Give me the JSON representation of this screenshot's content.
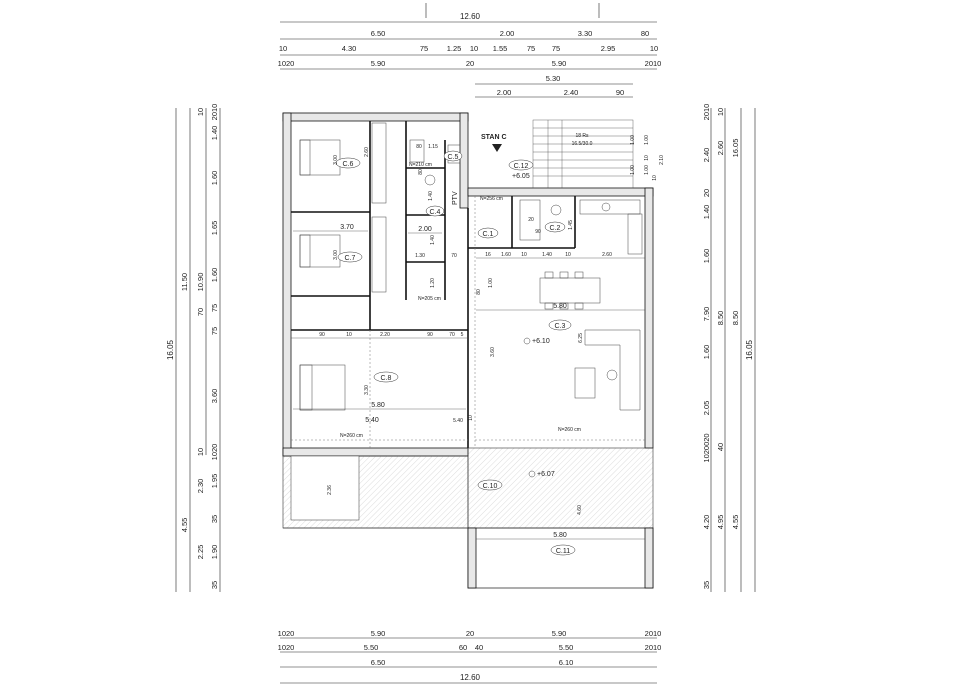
{
  "top_dims": {
    "row1": [
      "12.60"
    ],
    "row2": [
      "6.50",
      "2.00",
      "3.30",
      "80"
    ],
    "row3": [
      "10",
      "4.30",
      "75",
      "1.25",
      "10",
      "1.55",
      "75",
      "75",
      "2.95",
      "10"
    ],
    "row4": [
      "1020",
      "5.90",
      "20",
      "5.90",
      "2010"
    ],
    "row5": [
      "5.30"
    ],
    "row6": [
      "2.00",
      "2.40",
      "90"
    ]
  },
  "bottom_dims": {
    "row1": [
      "1020",
      "5.90",
      "20",
      "5.90",
      "2010"
    ],
    "row2": [
      "1020",
      "5.50",
      "60",
      "40",
      "5.50",
      "2010"
    ],
    "row3": [
      "6.50",
      "6.10"
    ],
    "row4": [
      "12.60"
    ]
  },
  "left_dims": {
    "outer": [
      "16.05"
    ],
    "col2": [
      "11.50",
      "4.55"
    ],
    "col3": [
      "10.90"
    ],
    "col4": [
      "1.40",
      "1.60",
      "1.65",
      "1.60",
      "75",
      "70",
      "75",
      "3.60",
      "10",
      "1020",
      "2.30",
      "1.95",
      "35",
      "2.25",
      "1.90",
      "35"
    ],
    "col4_top": [
      "10",
      "2010"
    ]
  },
  "right_dims": {
    "col1": [
      "2010",
      "2.40",
      "20",
      "1.40",
      "1.60",
      "7.90",
      "1.60",
      "2.05",
      "1020020",
      "4.20",
      "35"
    ],
    "col2": [
      "10",
      "2.60",
      "8.50",
      "40",
      "4.95"
    ],
    "col3": [
      "16.05"
    ],
    "col4": [
      "4.55"
    ],
    "stair_side": [
      "1.00",
      "2.10",
      "10",
      "1.00",
      "10"
    ]
  },
  "rooms": {
    "c6": "C.6",
    "c7": "C.7",
    "c8": "C.8",
    "c5": "C.5",
    "c4": "C.4",
    "c1": "C.1",
    "c2": "C.2",
    "c3": "C.3",
    "c10": "C.10",
    "c11": "C.11",
    "c12": "C.12"
  },
  "labels": {
    "stan": "STAN C",
    "stairs_1": "18 Rs",
    "stairs_2": "16.5/30.0",
    "level_1": "+6.05",
    "level_2": "+6.10",
    "level_3": "+6.07",
    "ptv": "PTV",
    "nh_1": "N=256 cm",
    "nh_2": "N=210 cm",
    "nh_3": "N=205 cm",
    "nh_4": "N=260 cm",
    "nh_5": "N=260 cm"
  },
  "interior_dims": {
    "c6_w": "2.60",
    "c6_h": "3.00",
    "c7_w": "3.70",
    "c7_h": "3.00",
    "corr_1": "80",
    "corr_2": "1.15",
    "corr_3": "80",
    "corr_4": "1.40",
    "corr_5": "2.00",
    "corr_6": "1.30",
    "corr_7": "70",
    "corr_8": "1.40",
    "corr_9": "1.20",
    "c8_row": [
      "90",
      "10",
      "2.20",
      "90",
      "70",
      "5"
    ],
    "c8_w": "5.80",
    "c8_h": "3.30",
    "c8_w2": "5.40",
    "c3_row": [
      "16",
      "1.60",
      "10",
      "1.40",
      "10",
      "2.60"
    ],
    "c3_w": "5.80",
    "c3_d": "3.60",
    "c3_h": "6.25",
    "c2_dims": [
      "1.45",
      "1.00",
      "90",
      "20"
    ],
    "c10_h": "2.36",
    "c10_h2": "4.60",
    "c11_w": "5.80",
    "bath_w": "5.40",
    "misc": [
      "80",
      "10",
      "1.00",
      "1.00"
    ]
  }
}
